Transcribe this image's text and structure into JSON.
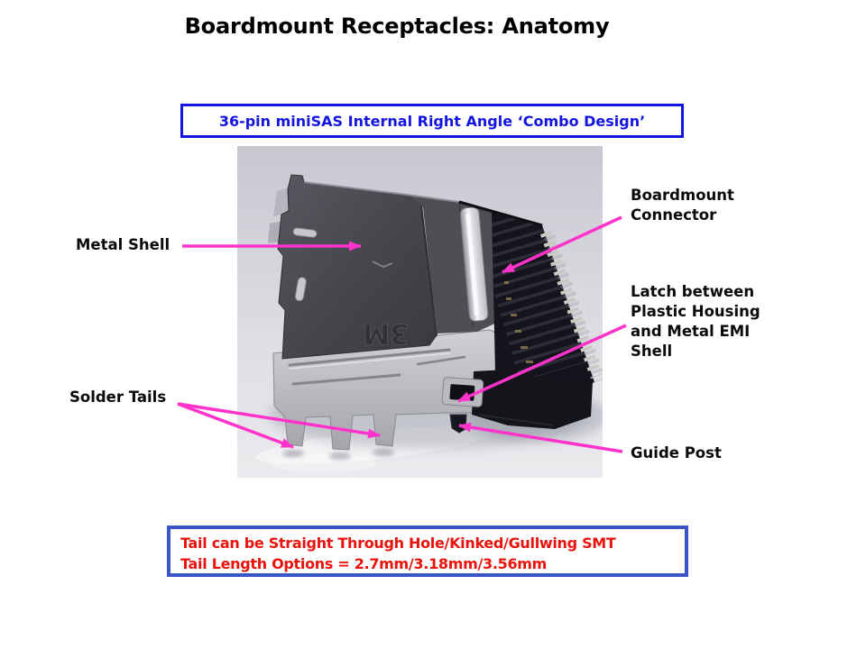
{
  "title": "Boardmount Receptacles: Anatomy",
  "subtitle_box": {
    "text": "36-pin miniSAS Internal Right Angle ‘Combo Design’"
  },
  "labels": {
    "metal_shell": {
      "lines": [
        "Metal Shell"
      ]
    },
    "boardmount_connector": {
      "lines": [
        "Boardmount",
        "Connector"
      ]
    },
    "latch": {
      "lines": [
        "Latch between",
        "Plastic Housing",
        "and Metal EMI",
        "Shell"
      ]
    },
    "solder_tails": {
      "lines": [
        "Solder Tails"
      ]
    },
    "guide_post": {
      "lines": [
        "Guide Post"
      ]
    }
  },
  "photo": {
    "shell_logo": "3M"
  },
  "footer_box": {
    "line1": "Tail can be Straight Through Hole/Kinked/Gullwing SMT",
    "line2": "Tail Length Options = 2.7mm/3.18mm/3.56mm"
  },
  "colors": {
    "accent_pink": "#FF33CC",
    "subtitle_blue": "#1414E0",
    "footer_border_blue": "#3A55C8",
    "footer_text_red": "#E8130C",
    "title_color": "#000000"
  }
}
